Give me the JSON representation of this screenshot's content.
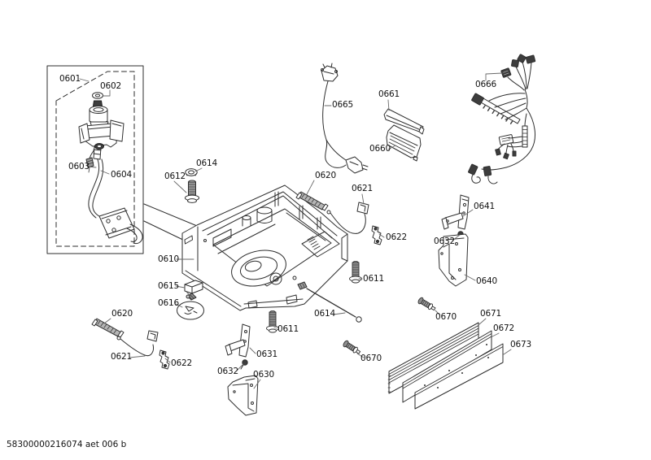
{
  "page": {
    "type": "exploded-parts-diagram",
    "background": "#ffffff",
    "line_color": "#2e2e2e"
  },
  "footer": {
    "doc_number": "58300000216074 aet 006 b"
  },
  "labels": [
    {
      "text": "0601"
    },
    {
      "text": "0602"
    },
    {
      "text": "0603"
    },
    {
      "text": "0604"
    },
    {
      "text": "0612"
    },
    {
      "text": "0614"
    },
    {
      "text": "0620"
    },
    {
      "text": "0621"
    },
    {
      "text": "0622"
    },
    {
      "text": "0610"
    },
    {
      "text": "0615"
    },
    {
      "text": "0616"
    },
    {
      "text": "0611"
    },
    {
      "text": "0641"
    },
    {
      "text": "0632"
    },
    {
      "text": "0640"
    },
    {
      "text": "0665"
    },
    {
      "text": "0661"
    },
    {
      "text": "0660"
    },
    {
      "text": "0666"
    },
    {
      "text": "0620"
    },
    {
      "text": "0621"
    },
    {
      "text": "0622"
    },
    {
      "text": "0611"
    },
    {
      "text": "0614"
    },
    {
      "text": "0631"
    },
    {
      "text": "0632"
    },
    {
      "text": "0630"
    },
    {
      "text": "0670"
    },
    {
      "text": "0670"
    },
    {
      "text": "0671"
    },
    {
      "text": "0672"
    },
    {
      "text": "0673"
    }
  ]
}
